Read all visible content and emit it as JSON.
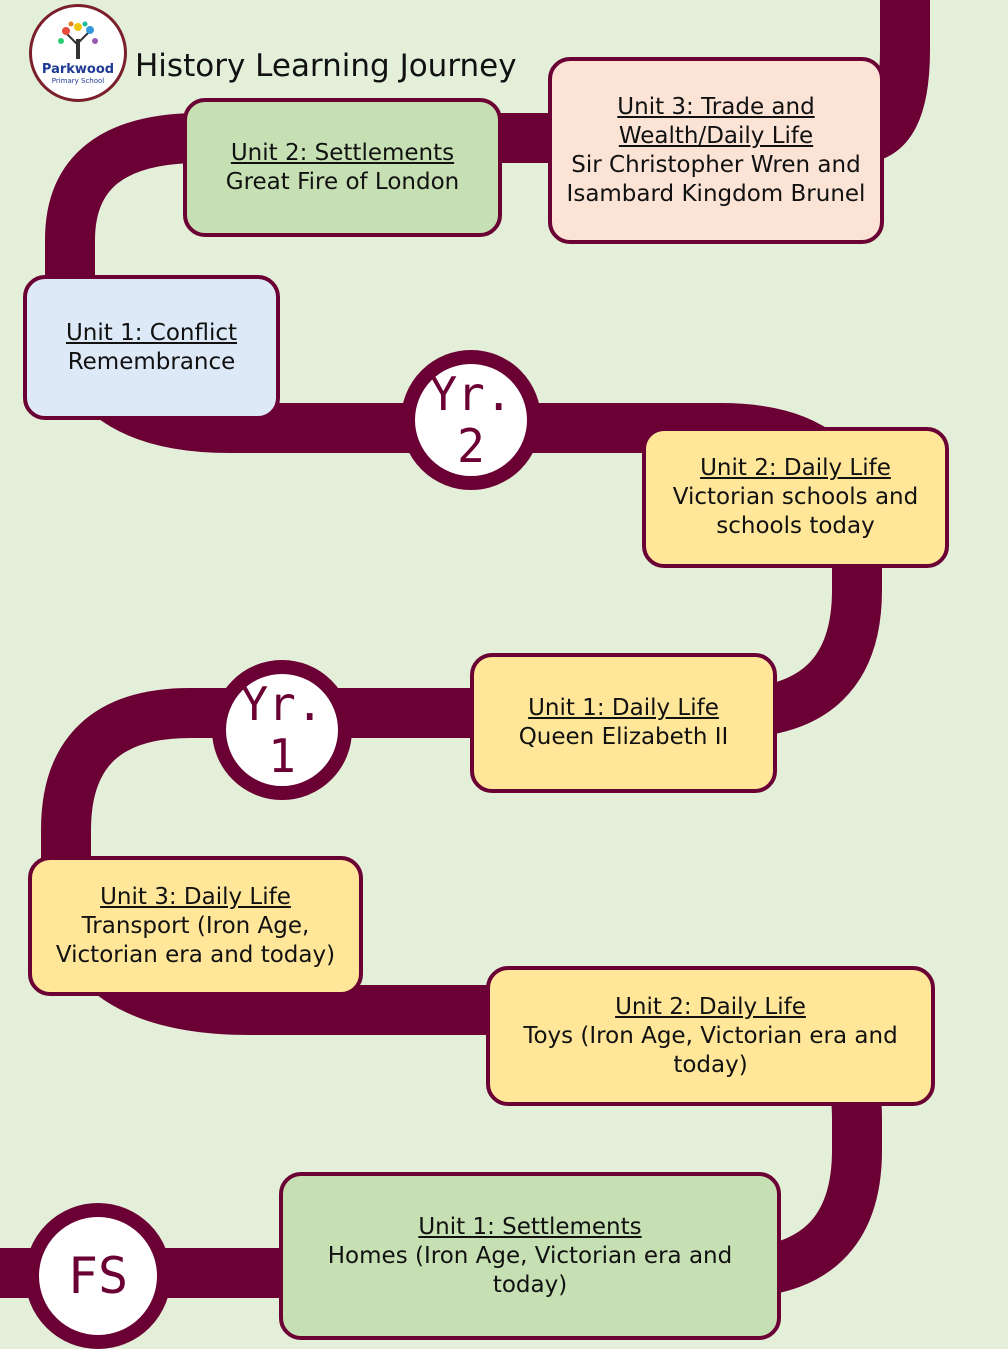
{
  "header": {
    "title": "History Learning Journey",
    "logo": {
      "name": "Parkwood",
      "subtitle": "Primary School"
    }
  },
  "colors": {
    "road": "#6a0033",
    "background": "#e3efd9",
    "green": "#c6e0b4",
    "blue": "#dde9f6",
    "peach": "#fbe3d6",
    "yellow": "#ffe699"
  },
  "milestones": {
    "fs": "FS",
    "yr1": "Yr.\n1",
    "yr2": "Yr.\n2"
  },
  "units": {
    "fs_unit1": {
      "title": "Unit 1: Settlements",
      "topic": "Homes (Iron Age, Victorian era and today)"
    },
    "yr1_unit2": {
      "title": "Unit 2: Daily Life",
      "topic": "Toys (Iron Age, Victorian era and today)"
    },
    "yr1_unit3": {
      "title": "Unit 3: Daily Life",
      "topic": "Transport (Iron Age, Victorian era and today)"
    },
    "yr1_unit1": {
      "title": "Unit 1: Daily Life",
      "topic": "Queen Elizabeth II"
    },
    "yr2_unit2_daily": {
      "title": "Unit 2: Daily Life",
      "topic": "Victorian schools and schools today"
    },
    "yr2_unit1": {
      "title": "Unit 1: Conflict",
      "topic": "Remembrance"
    },
    "yr2_unit2_settle": {
      "title": "Unit 2: Settlements",
      "topic": "Great Fire of London"
    },
    "yr2_unit3": {
      "title": "Unit 3: Trade and Wealth/Daily Life",
      "topic": "Sir Christopher Wren and Isambard Kingdom Brunel"
    }
  }
}
